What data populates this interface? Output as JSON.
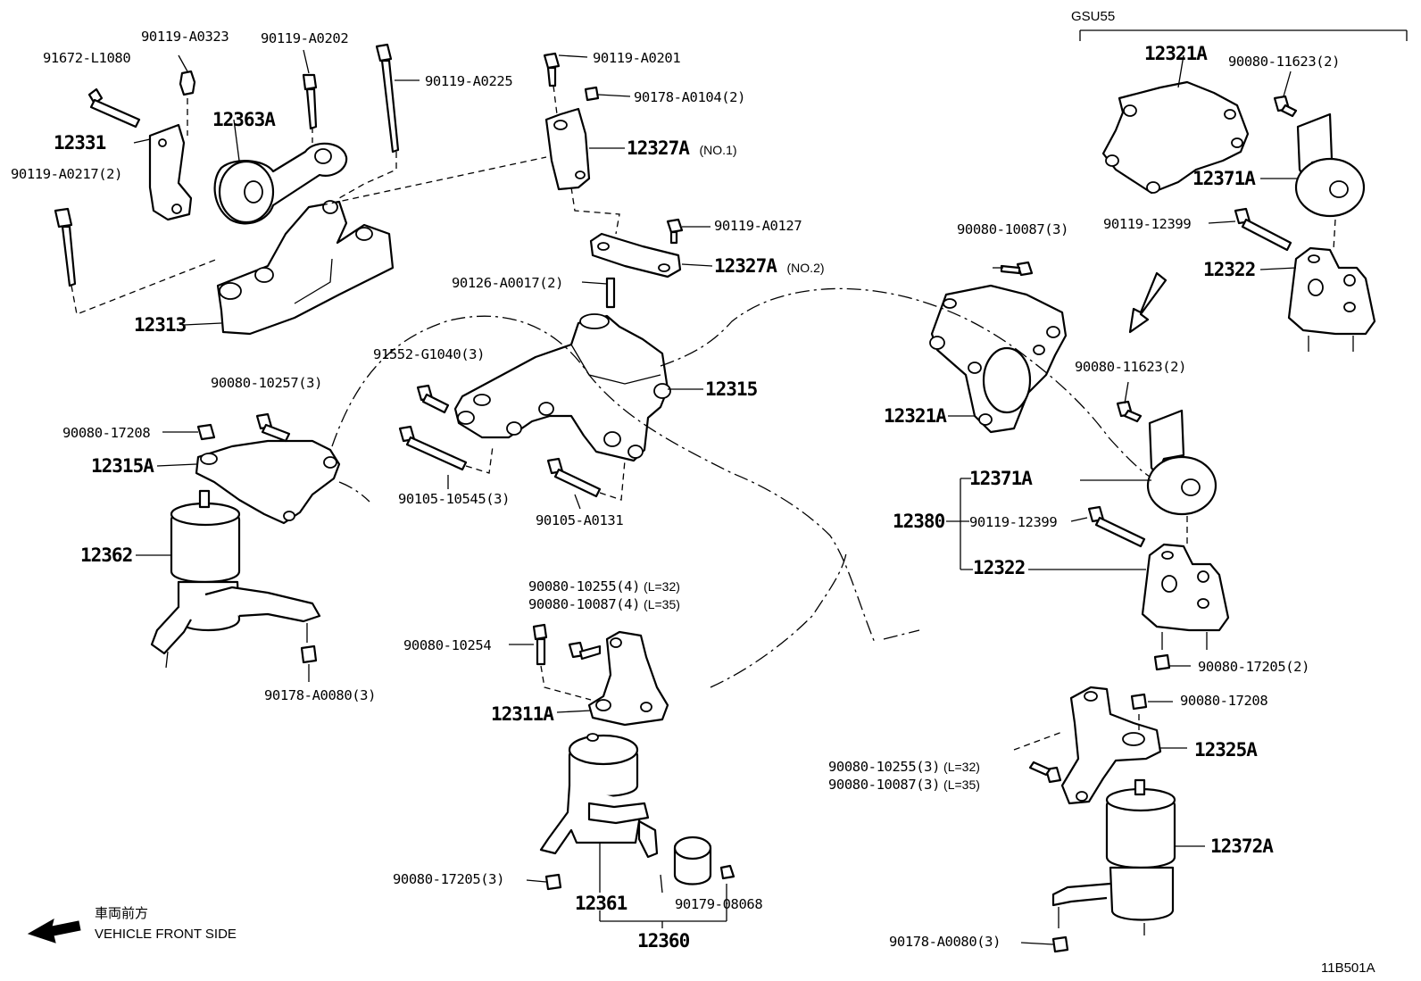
{
  "diagram_id": "11B501A",
  "variant": {
    "label": "GSU55"
  },
  "orientation": {
    "japanese": "車両前方",
    "english": "VEHICLE FRONT SIDE"
  },
  "labels": [
    {
      "id": "91672-L1080",
      "text": "91672-L1080",
      "style": "small"
    },
    {
      "id": "90119-A0323",
      "text": "90119-A0323",
      "style": "small"
    },
    {
      "id": "90119-A0202",
      "text": "90119-A0202",
      "style": "small"
    },
    {
      "id": "90119-A0225",
      "text": "90119-A0225",
      "style": "small"
    },
    {
      "id": "90119-A0201",
      "text": "90119-A0201",
      "style": "small"
    },
    {
      "id": "90178-A0104-2",
      "text": "90178-A0104(2)",
      "style": "small"
    },
    {
      "id": "12363A",
      "text": "12363A",
      "style": "big"
    },
    {
      "id": "12331",
      "text": "12331",
      "style": "big"
    },
    {
      "id": "90119-A0217-2",
      "text": "90119-A0217(2)",
      "style": "small"
    },
    {
      "id": "12327A-no1",
      "text": "12327A",
      "style": "big",
      "note": "(NO.1)"
    },
    {
      "id": "90119-A0127",
      "text": "90119-A0127",
      "style": "small"
    },
    {
      "id": "12327A-no2",
      "text": "12327A",
      "style": "big",
      "note": "(NO.2)"
    },
    {
      "id": "90126-A0017-2",
      "text": "90126-A0017(2)",
      "style": "small"
    },
    {
      "id": "12313",
      "text": "12313",
      "style": "big"
    },
    {
      "id": "91552-G1040-3",
      "text": "91552-G1040(3)",
      "style": "small"
    },
    {
      "id": "90080-10257-3",
      "text": "90080-10257(3)",
      "style": "small"
    },
    {
      "id": "12315",
      "text": "12315",
      "style": "big"
    },
    {
      "id": "90080-17208-a",
      "text": "90080-17208",
      "style": "small"
    },
    {
      "id": "12315A",
      "text": "12315A",
      "style": "big"
    },
    {
      "id": "90105-10545-3",
      "text": "90105-10545(3)",
      "style": "small"
    },
    {
      "id": "90105-A0131",
      "text": "90105-A0131",
      "style": "small"
    },
    {
      "id": "12362",
      "text": "12362",
      "style": "big"
    },
    {
      "id": "90178-A0080-3-a",
      "text": "90178-A0080(3)",
      "style": "small"
    },
    {
      "id": "90080-10255-4",
      "text": "90080-10255(4)",
      "style": "small",
      "note": "(L=32)"
    },
    {
      "id": "90080-10087-4",
      "text": "90080-10087(4)",
      "style": "small",
      "note": "(L=35)"
    },
    {
      "id": "90080-10254",
      "text": "90080-10254",
      "style": "small"
    },
    {
      "id": "12311A",
      "text": "12311A",
      "style": "big"
    },
    {
      "id": "90080-17205-3",
      "text": "90080-17205(3)",
      "style": "small"
    },
    {
      "id": "12361",
      "text": "12361",
      "style": "big"
    },
    {
      "id": "90179-08068",
      "text": "90179-08068",
      "style": "small"
    },
    {
      "id": "12360",
      "text": "12360",
      "style": "big"
    },
    {
      "id": "12321A-top",
      "text": "12321A",
      "style": "big"
    },
    {
      "id": "90080-11623-2-a",
      "text": "90080-11623(2)",
      "style": "small"
    },
    {
      "id": "12371A-top",
      "text": "12371A",
      "style": "big"
    },
    {
      "id": "90119-12399-a",
      "text": "90119-12399",
      "style": "small"
    },
    {
      "id": "12322-top",
      "text": "12322",
      "style": "big"
    },
    {
      "id": "90080-10087-3",
      "text": "90080-10087(3)",
      "style": "small"
    },
    {
      "id": "12321A",
      "text": "12321A",
      "style": "big"
    },
    {
      "id": "90080-11623-2-b",
      "text": "90080-11623(2)",
      "style": "small"
    },
    {
      "id": "12371A",
      "text": "12371A",
      "style": "big"
    },
    {
      "id": "12380",
      "text": "12380",
      "style": "big"
    },
    {
      "id": "90119-12399-b",
      "text": "90119-12399",
      "style": "small"
    },
    {
      "id": "12322",
      "text": "12322",
      "style": "big"
    },
    {
      "id": "90080-17205-2",
      "text": "90080-17205(2)",
      "style": "small"
    },
    {
      "id": "90080-17208-b",
      "text": "90080-17208",
      "style": "small"
    },
    {
      "id": "12325A",
      "text": "12325A",
      "style": "big"
    },
    {
      "id": "90080-10255-3",
      "text": "90080-10255(3)",
      "style": "small",
      "note": "(L=32)"
    },
    {
      "id": "90080-10087-3b",
      "text": "90080-10087(3)",
      "style": "small",
      "note": "(L=35)"
    },
    {
      "id": "12372A",
      "text": "12372A",
      "style": "big"
    },
    {
      "id": "90178-A0080-3-b",
      "text": "90178-A0080(3)",
      "style": "small"
    }
  ]
}
